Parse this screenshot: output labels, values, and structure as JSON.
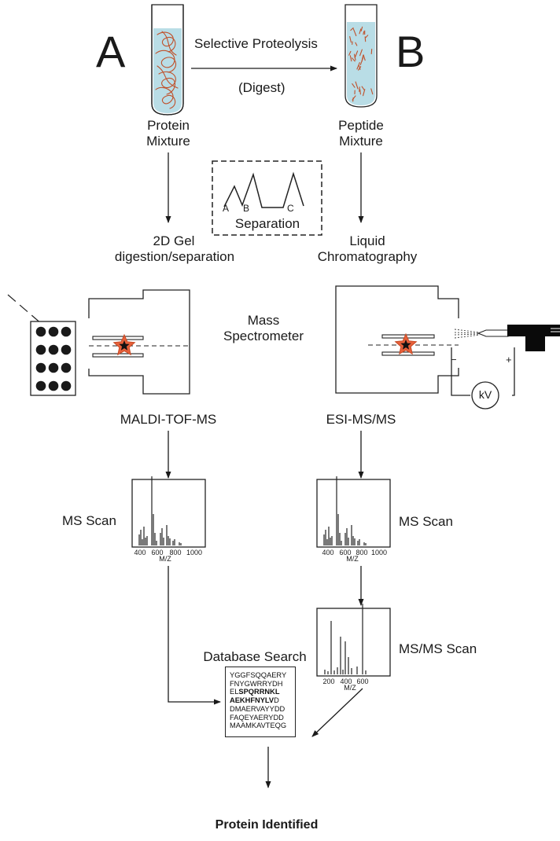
{
  "panel_labels": {
    "a": "A",
    "b": "B"
  },
  "top": {
    "proteolysis_title": "Selective Proteolysis",
    "proteolysis_sub": "(Digest)",
    "protein_label_l1": "Protein",
    "protein_label_l2": "Mixture",
    "peptide_label_l1": "Peptide",
    "peptide_label_l2": "Mixture"
  },
  "separation": {
    "label": "Separation",
    "peak_labels": [
      "A",
      "B",
      "C"
    ]
  },
  "methods": {
    "gel_l1": "2D Gel",
    "gel_l2": "digestion/separation",
    "lc_l1": "Liquid",
    "lc_l2": "Chromatography"
  },
  "instrument": {
    "ms_l1": "Mass",
    "ms_l2": "Spectrometer",
    "maldi_label": "MALDI-TOF-MS",
    "esi_label": "ESI-MS/MS",
    "kv_label": "kV",
    "minus_label": "−",
    "plus_label": "+"
  },
  "scans": {
    "ms_scan_left_label": "MS Scan",
    "ms_scan_right_label": "MS Scan",
    "msms_scan_label": "MS/MS Scan",
    "ms_ticks": [
      "400",
      "600",
      "800",
      "1000"
    ],
    "msms_ticks": [
      "200",
      "400",
      "600"
    ],
    "axis_label": "M/Z"
  },
  "database": {
    "title": "Database Search",
    "lines": [
      [
        {
          "t": "YGGFSQQAERY",
          "b": false
        }
      ],
      [
        {
          "t": "FNYGWRRYDH",
          "b": false
        }
      ],
      [
        {
          "t": "EL",
          "b": false
        },
        {
          "t": "SPQRRNKL",
          "b": true
        }
      ],
      [
        {
          "t": "AEKHFNYLV",
          "b": true
        },
        {
          "t": "D",
          "b": false
        }
      ],
      [
        {
          "t": "DMAERVAYYDD",
          "b": false
        }
      ],
      [
        {
          "t": "FAQEYAERYDD",
          "b": false
        }
      ],
      [
        {
          "t": "MAAMKAVTEQG",
          "b": false
        }
      ]
    ]
  },
  "result": {
    "label": "Protein Identified"
  },
  "colors": {
    "tube_fill": "#b9dde6",
    "fiber": "#c0502a",
    "star_outer": "#e8603a",
    "star_inner": "#111111",
    "line": "#1a1a1a"
  }
}
